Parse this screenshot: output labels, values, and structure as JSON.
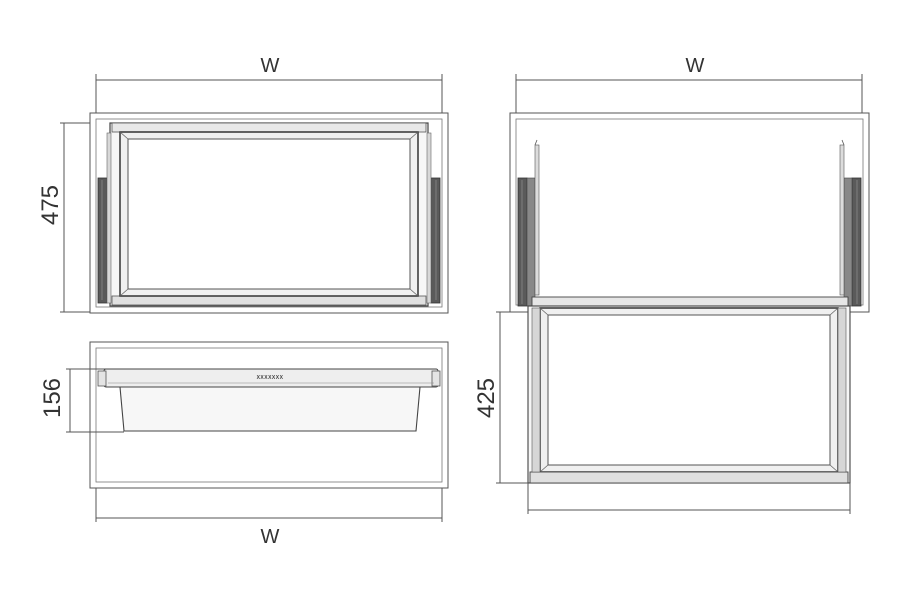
{
  "dimensions": {
    "top_left_width_label": "W",
    "top_left_depth_label": "475",
    "bottom_left_height_label": "156",
    "bottom_left_width_label": "W",
    "right_width_label": "W",
    "right_extension_label": "425"
  },
  "brand_mark": "ХXXXXXX",
  "colors": {
    "line": "#555555",
    "dark": "#333333",
    "fill_light": "#f2f2f2",
    "fill_mid": "#e6e6e6",
    "fill_dark": "#5a5a5a"
  }
}
